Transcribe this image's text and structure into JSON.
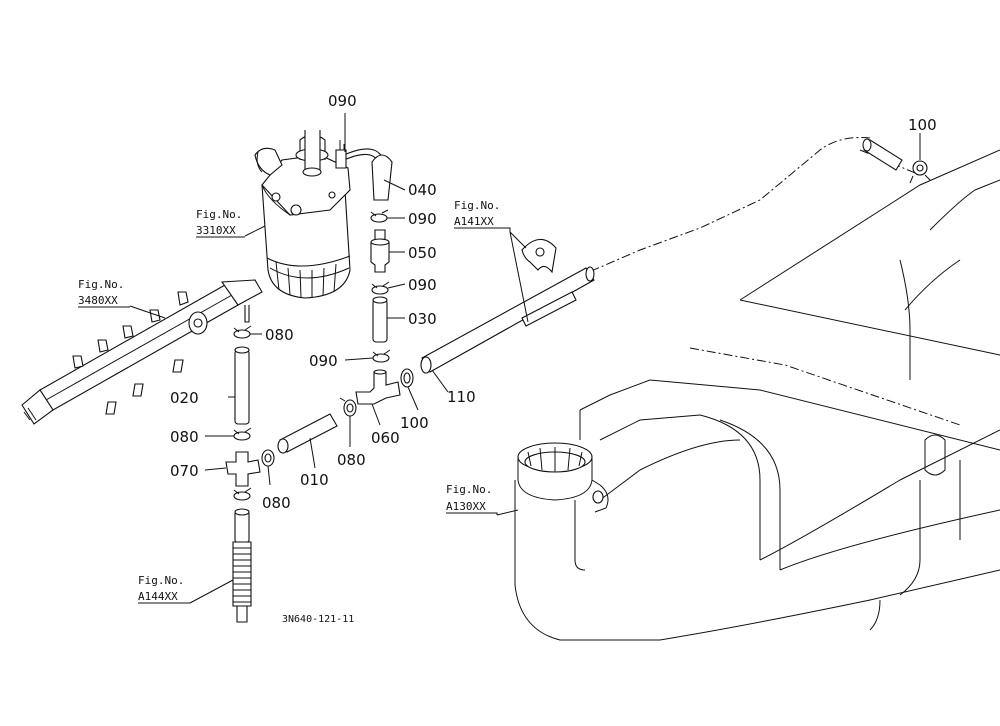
{
  "drawing_code": "3N640-121-11",
  "part_labels": {
    "p010": "010",
    "p020": "020",
    "p030": "030",
    "p040": "040",
    "p050": "050",
    "p060": "060",
    "p070": "070",
    "p080": "080",
    "p090": "090",
    "p100": "100",
    "p110": "110"
  },
  "figure_refs": {
    "filter": {
      "prefix": "Fig.No.",
      "number": "3310XX"
    },
    "rail": {
      "prefix": "Fig.No.",
      "number": "3480XX"
    },
    "bracket": {
      "prefix": "Fig.No.",
      "number": "A141XX"
    },
    "tank": {
      "prefix": "Fig.No.",
      "number": "A130XX"
    },
    "pump": {
      "prefix": "Fig.No.",
      "number": "A144XX"
    }
  }
}
